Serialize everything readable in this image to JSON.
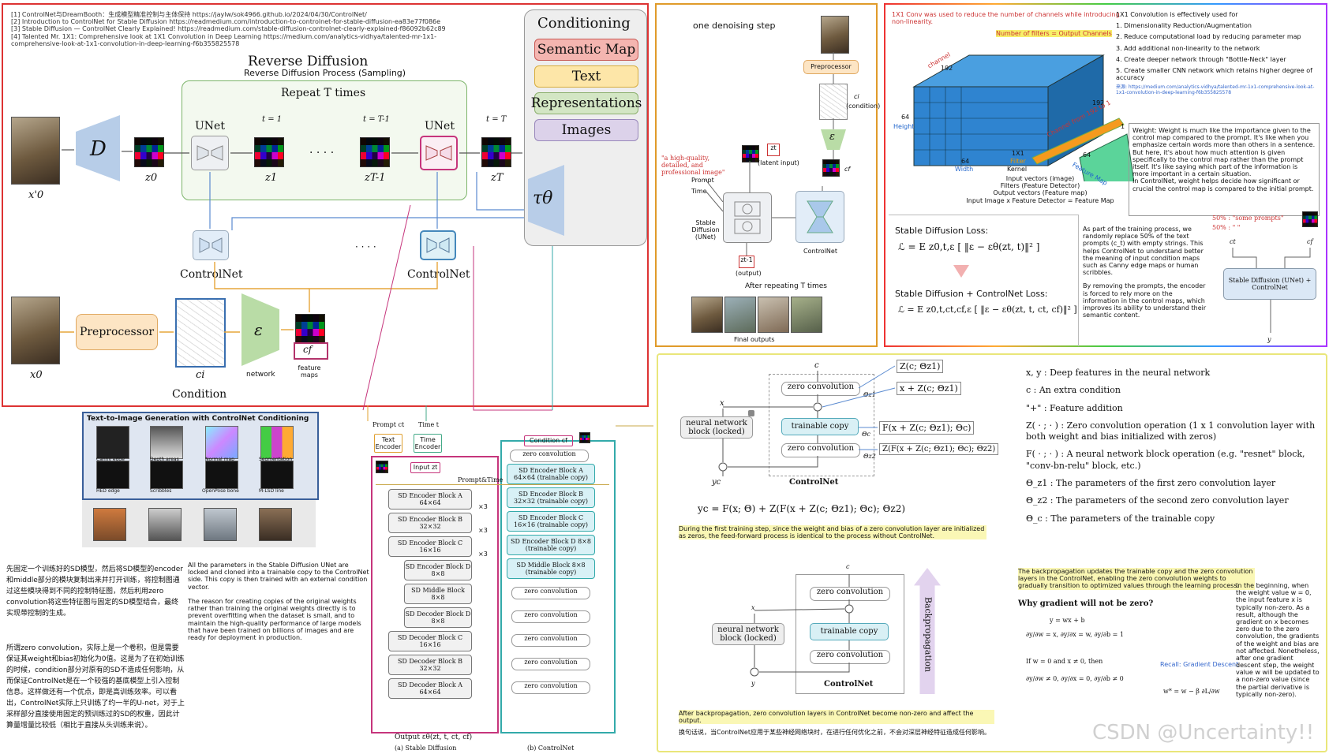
{
  "refs": [
    "[1] ControlNet与DreamBooth：生成模型精准控制与主体保持 https://jaylw/sok4966.github.io/2024/04/30/ControlNet/",
    "[2] Introduction to ControlNet for Stable Diffusion https://readmedium.com/introduction-to-controlnet-for-stable-diffusion-ea83e77f086e",
    "[3] Stable Diffusion — ControlNet Clearly Explained! https://readmedium.com/stable-diffusion-controlnet-clearly-explained-f86092b62c89",
    "[4] Talented Mr. 1X1: Comprehensive look at 1X1 Convolution in Deep Learning https://medium.com/analytics-vidhya/talented-mr-1x1-comprehensive-look-at-1x1-convolution-in-deep-learning-f6b355825578"
  ],
  "reverse": {
    "title": "Reverse Diffusion",
    "subtitle": "Reverse Diffusion Process (Sampling)",
    "repeat": "Repeat T times",
    "unet": "UNet",
    "decoder": "D",
    "x0p": "x'0",
    "x0": "x0",
    "z0": "z0",
    "z1": "z1",
    "zT1": "zT-1",
    "zT": "zT",
    "t1": "t = 1",
    "tT1": "t = T-1",
    "tT": "t = T",
    "dots": "· · · ·",
    "controlnet": "ControlNet",
    "preprocessor": "Preprocessor",
    "ci": "ci",
    "eps": "ε",
    "network": "network",
    "cf": "cf",
    "feature_maps": "feature maps",
    "condition": "Condition"
  },
  "conditioning": {
    "title": "Conditioning",
    "items": [
      {
        "label": "Semantic Map",
        "bg": "#f4b5b0",
        "border": "#c85a55"
      },
      {
        "label": "Text",
        "bg": "#fde6a8",
        "border": "#d7ad3d"
      },
      {
        "label": "Representations",
        "bg": "#d3e6c4",
        "border": "#8cb06e"
      },
      {
        "label": "Images",
        "bg": "#dcd2ea",
        "border": "#9988bb"
      }
    ],
    "tau": "τθ"
  },
  "denoise": {
    "title": "one denoising step",
    "preprocessor": "Preprocessor",
    "ci": "ci",
    "ci_note": "(condition)",
    "eps": "ε",
    "cf": "cf",
    "prompt_text": "\"a high-quality, detailed, and professional image\"",
    "zt": "zt",
    "latent": "(latent input)",
    "prompt": "Prompt",
    "time": "Time",
    "sd_unet": "Stable Diffusion (UNet)",
    "controlnet": "ControlNet",
    "zt1": "zt-1",
    "output": "(output)",
    "after": "After repeating T times",
    "final": "Final outputs"
  },
  "conv1x1": {
    "heading": "1X1 Conv was used to reduce the number of channels while introducing non-linearity.",
    "filters_eq": "Number of filters = Output Channels",
    "channel": "channel",
    "n192a": "192",
    "n192b": "192",
    "height": "Height",
    "width": "Width",
    "n64a": "64",
    "n64b": "64",
    "n64c": "64",
    "n1": "1",
    "kernel_label": "1X1",
    "filter": "Filter",
    "kernel": "Kernel",
    "channel_from": "Channel from 192 to 1",
    "feature_map": "Feature Map",
    "caption": [
      "Input vectors (image)",
      "Filters (Feature Detector)",
      "Output vectors (Feature map)",
      "Input Image x Feature Detector = Feature Map"
    ],
    "uses_title": "1X1 Convolution is effectively used for",
    "uses": [
      "1. Dimensionality Reduction/Augmentation",
      "2. Reduce computational load by reducing parameter map",
      "3. Add additional non-linearity to the network",
      "4. Create deeper network through \"Bottle-Neck\" layer",
      "5. Create smaller CNN network which retains higher degree of accuracy"
    ],
    "source": "来源: https://medium.com/analytics-vidhya/talented-mr-1x1-comprehensive-look-at-1x1-convolution-in-deep-learning-f6b355825578"
  },
  "weight": {
    "text1": "Weight: Weight is much like the importance given to the control map compared to the prompt. It's like when you emphasize certain words more than others in a sentence. But here, it's about how much attention is given specifically to the control map rather than the prompt itself. It's like saying which part of the information is more important in a certain situation.",
    "text2": "In ControlNet, weight helps decide how significant or crucial the control map is compared to the initial prompt."
  },
  "loss": {
    "sd_title": "Stable Diffusion Loss:",
    "sd_eq": "ℒ = E z0,t,ε [ ‖ε − εθ(zt, t)‖² ]",
    "cn_title": "Stable Diffusion + ControlNet Loss:",
    "cn_eq": "ℒ = E z0,t,ct,cf,ε [ ‖ε − εθ(zt, t, ct, cf)‖² ]"
  },
  "training": {
    "text1": "As part of the training process, we randomly replace 50% of the text prompts (c_t) with empty strings. This helps ControlNet to understand better the meaning of input condition maps such as Canny edge maps or human scribbles.",
    "text2": "By removing the prompts, the encoder is forced to rely more on the information in the control maps, which improves its ability to understand their semantic content.",
    "p1": "50% : \"some prompts\"",
    "p2": "50% : \" \"",
    "ct": "ct",
    "cf": "cf",
    "box": "Stable Diffusion (UNet) + ControlNet",
    "y": "y"
  },
  "t2i": {
    "title": "Text-to-Image Generation with ControlNet Conditioning",
    "labels": [
      "Canny edge",
      "Depth areas",
      "Normal map",
      "Segmentation",
      "HED edge",
      "Scribbles",
      "OpenPose bone",
      "M-LSD line"
    ]
  },
  "zh": {
    "p1": "先固定一个训练好的SD模型，然后将SD模型的encoder和middle部分的模块复制出来并打开训练，将控制图通过这些模块得到不同的控制特征图，然后利用zero convolution将这些特征图与固定的SD模型结合，最终实现带控制的生成。",
    "p2": "所谓zero convolution，实际上是一个卷积，但是需要保证其weight和bias初始化为0值。这是为了在初始训练的时候，condition部分对原有的SD不造成任何影响，从而保证ControlNet是在一个较强的基底模型上引入控制信息。这样做还有一个优点，即是高训练效率。可以看出，ControlNet实际上只训练了约一半的U-net，对于上采样部分直接使用固定的预训练过的SD的权重，因此计算量增量比较低（相比于直接从头训练来说）。",
    "en1": "All the parameters in the Stable Diffusion UNet are locked and cloned into a trainable copy to the ControlNet side. This copy is then trained with an external condition vector.",
    "en2": "The reason for creating copies of the original weights rather than training the original weights directly is to prevent overfitting when the dataset is small, and to maintain the high-quality performance of large models that have been trained on billions of images and are ready for deployment in production."
  },
  "arch": {
    "prompt": "Prompt ct",
    "time": "Time t",
    "text_encoder": "Text Encoder",
    "time_encoder": "Time Encoder",
    "condition": "Condition cf",
    "input": "Input zt",
    "prompt_time": "Prompt&Time",
    "zero_conv": "zero convolution",
    "sd_blocks": [
      "SD Encoder Block A 64×64",
      "SD Encoder Block B 32×32",
      "SD Encoder Block C 16×16",
      "SD Encoder Block D 8×8",
      "SD Middle Block 8×8",
      "SD Decoder Block D 8×8",
      "SD Decoder Block C 16×16",
      "SD Decoder Block B 32×32",
      "SD Decoder Block A 64×64"
    ],
    "cn_blocks": [
      "SD Encoder Block A 64×64 (trainable copy)",
      "SD Encoder Block B 32×32 (trainable copy)",
      "SD Encoder Block C 16×16 (trainable copy)",
      "SD Encoder Block D 8×8 (trainable copy)",
      "SD Middle Block 8×8 (trainable copy)"
    ],
    "times3": "×3",
    "output": "Output εθ(zt, t, ct, cf)",
    "cap_a": "(a) Stable Diffusion",
    "cap_b": "(b) ControlNet"
  },
  "zeroconv": {
    "c": "c",
    "x": "x",
    "yc": "yc",
    "nn": "neural network block (locked)",
    "zc": "zero convolution",
    "tc": "trainable copy",
    "th_z1": "Θz1",
    "th_c": "Θc",
    "th_z2": "Θz2",
    "controlnet": "ControlNet",
    "f1": "Z(c; Θz1)",
    "f2": "x + Z(c; Θz1)",
    "f3": "F(x + Z(c; Θz1); Θc)",
    "f4": "Z(F(x + Z(c; Θz1); Θc); Θz2)",
    "eq": "yc = F(x; Θ) + Z(F(x + Z(c; Θz1); Θc); Θz2)",
    "note": "During the first training step, since the weight and bias of a zero convolution layer are initialized as zeros, the feed-forward process is identical to the process without ControlNet."
  },
  "legend": [
    "x, y : Deep features in the neural network",
    "c : An extra condition",
    "\"+\" : Feature addition",
    "Z( · ; · ) : Zero convolution operation (1 x 1 convolution layer with both weight and bias initialized with zeros)",
    "F( · ; · ) : A neural network block operation (e.g. \"resnet\" block, \"conv-bn-relu\" block, etc.)",
    "Θ_z1 : The parameters of the first zero convolution layer",
    "Θ_z2 : The parameters of the second zero convolution layer",
    "Θ_c : The parameters of the trainable copy"
  ],
  "backprop": {
    "x": "x",
    "c": "c",
    "y": "y",
    "nn": "neural network block (locked)",
    "zc": "zero convolution",
    "tc": "trainable copy",
    "controlnet": "ControlNet",
    "label": "Backpropagation",
    "after": "After backpropagation, zero convolution layers in ControlNet become non-zero and affect the output.",
    "zh": "换句话说，当ControlNet应用于某些神经网络块时，在进行任何优化之前，不会对深层神经特征造成任何影响。"
  },
  "grad": {
    "text1": "The backpropagation updates the trainable copy and the zero convolution layers in the ControlNet, enabling the zero convolution weights to gradually transition to optimized values through the learning process.",
    "title": "Why gradient will not be zero?",
    "eq1": "y = wx + b",
    "eq2": "∂y/∂w = x,  ∂y/∂x = w,  ∂y/∂b = 1",
    "eq3": "If w = 0 and x ≠ 0, then",
    "eq4": "∂y/∂w ≠ 0,  ∂y/∂x = 0,  ∂y/∂b ≠ 0",
    "recall": "Recall: Gradient Descent",
    "update": "w* = w − β ∂L/∂w",
    "right": "In the beginning, when the weight value w = 0, the input feature x is typically non-zero. As a result, although the gradient on x becomes zero due to the zero convolution, the gradients of the weight and bias are not affected. Nonetheless, after one gradient descent step, the weight value w will be updated to a non-zero value (since the partial derivative is typically non-zero)."
  },
  "watermark": "CSDN @Uncertainty!!"
}
